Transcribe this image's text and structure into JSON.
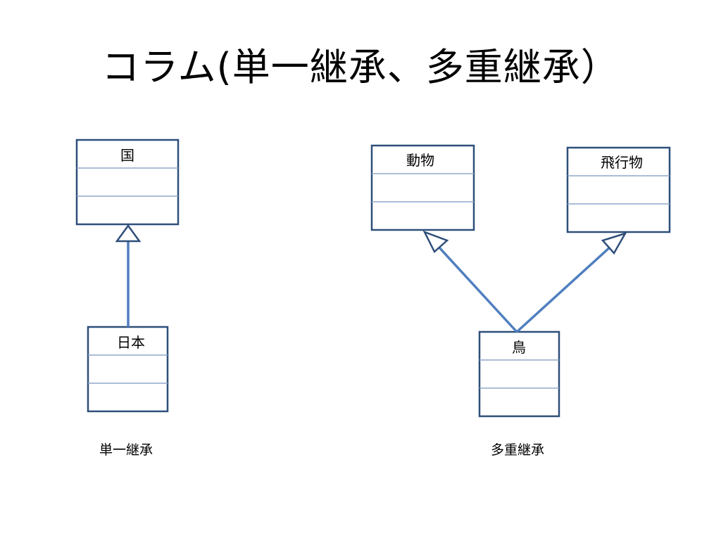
{
  "slide": {
    "title": "コラム(単一継承、多重継承）"
  },
  "single_inheritance": {
    "caption": "単一継承",
    "parent": {
      "name": "国"
    },
    "child": {
      "name": "日本"
    }
  },
  "multiple_inheritance": {
    "caption": "多重継承",
    "parents": [
      {
        "name": "動物"
      },
      {
        "name": "飛行物"
      }
    ],
    "child": {
      "name": "鳥"
    }
  },
  "colors": {
    "box_border": "#2e4f7a",
    "divider": "#8fa8c8",
    "arrow": "#4f7fbf"
  }
}
